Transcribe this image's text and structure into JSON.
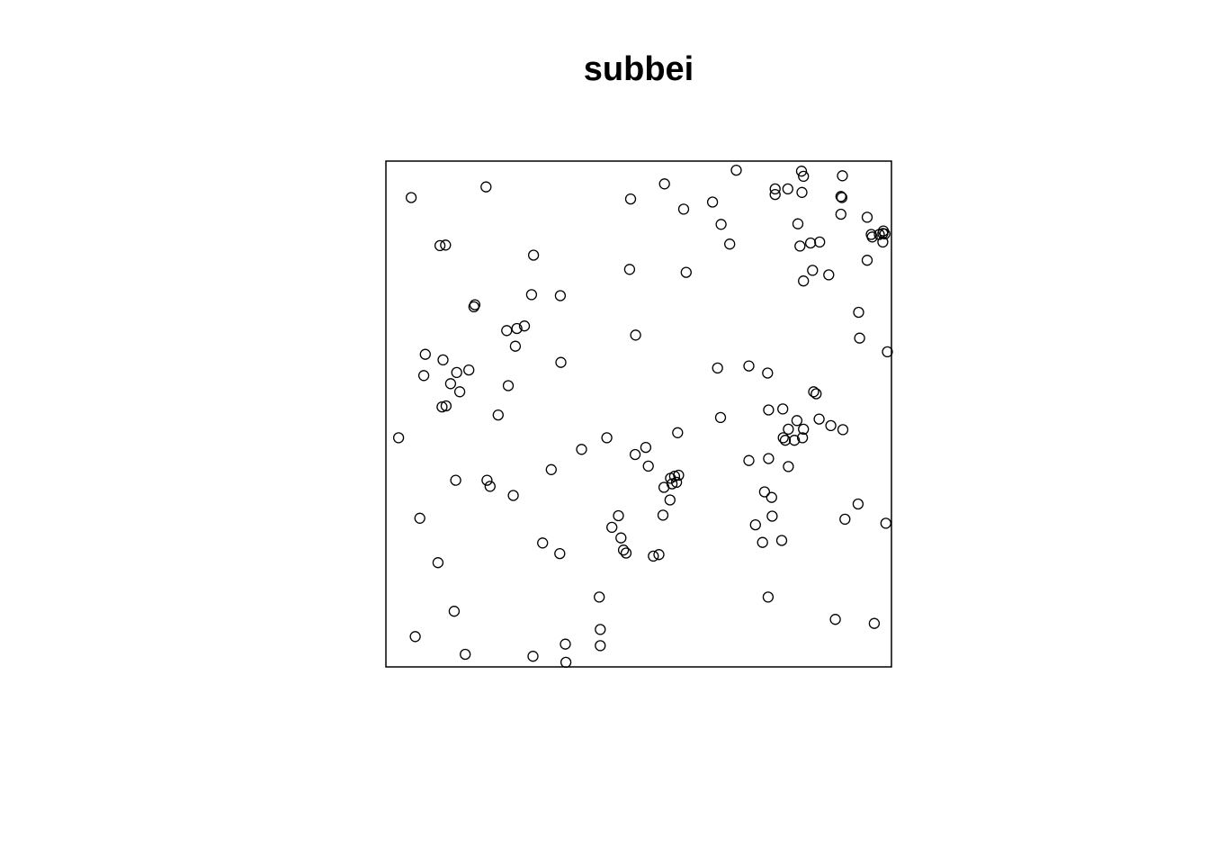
{
  "chart_data": {
    "type": "scatter",
    "title": "subbei",
    "xlabel": "",
    "ylabel": "",
    "xlim": [
      0,
      1
    ],
    "ylim": [
      0,
      1
    ],
    "axes_shown": false,
    "grid": false,
    "marker": "open-circle",
    "colors": {
      "marker": "#000000",
      "frame": "#000000",
      "background": "#ffffff"
    },
    "points": [
      [
        0.05,
        0.928
      ],
      [
        0.198,
        0.949
      ],
      [
        0.107,
        0.833
      ],
      [
        0.118,
        0.834
      ],
      [
        0.292,
        0.814
      ],
      [
        0.484,
        0.925
      ],
      [
        0.482,
        0.786
      ],
      [
        0.551,
        0.955
      ],
      [
        0.589,
        0.905
      ],
      [
        0.594,
        0.78
      ],
      [
        0.646,
        0.919
      ],
      [
        0.663,
        0.875
      ],
      [
        0.68,
        0.836
      ],
      [
        0.693,
        0.982
      ],
      [
        0.77,
        0.945
      ],
      [
        0.77,
        0.934
      ],
      [
        0.795,
        0.945
      ],
      [
        0.822,
        0.98
      ],
      [
        0.826,
        0.97
      ],
      [
        0.823,
        0.938
      ],
      [
        0.815,
        0.876
      ],
      [
        0.819,
        0.832
      ],
      [
        0.84,
        0.838
      ],
      [
        0.903,
        0.971
      ],
      [
        0.9,
        0.93
      ],
      [
        0.902,
        0.928
      ],
      [
        0.9,
        0.895
      ],
      [
        0.858,
        0.84
      ],
      [
        0.844,
        0.784
      ],
      [
        0.826,
        0.763
      ],
      [
        0.876,
        0.775
      ],
      [
        0.952,
        0.889
      ],
      [
        0.96,
        0.855
      ],
      [
        0.962,
        0.85
      ],
      [
        0.976,
        0.855
      ],
      [
        0.983,
        0.857
      ],
      [
        0.984,
        0.862
      ],
      [
        0.987,
        0.856
      ],
      [
        0.983,
        0.84
      ],
      [
        0.952,
        0.804
      ],
      [
        0.935,
        0.701
      ],
      [
        0.937,
        0.65
      ],
      [
        0.992,
        0.623
      ],
      [
        0.174,
        0.712
      ],
      [
        0.176,
        0.716
      ],
      [
        0.288,
        0.736
      ],
      [
        0.274,
        0.674
      ],
      [
        0.256,
        0.634
      ],
      [
        0.239,
        0.665
      ],
      [
        0.259,
        0.669
      ],
      [
        0.345,
        0.734
      ],
      [
        0.346,
        0.602
      ],
      [
        0.494,
        0.656
      ],
      [
        0.078,
        0.618
      ],
      [
        0.075,
        0.576
      ],
      [
        0.113,
        0.607
      ],
      [
        0.128,
        0.56
      ],
      [
        0.14,
        0.582
      ],
      [
        0.146,
        0.544
      ],
      [
        0.164,
        0.587
      ],
      [
        0.119,
        0.516
      ],
      [
        0.111,
        0.514
      ],
      [
        0.242,
        0.556
      ],
      [
        0.222,
        0.498
      ],
      [
        0.025,
        0.453
      ],
      [
        0.327,
        0.39
      ],
      [
        0.387,
        0.43
      ],
      [
        0.437,
        0.453
      ],
      [
        0.493,
        0.42
      ],
      [
        0.514,
        0.434
      ],
      [
        0.519,
        0.397
      ],
      [
        0.577,
        0.463
      ],
      [
        0.55,
        0.355
      ],
      [
        0.563,
        0.373
      ],
      [
        0.571,
        0.377
      ],
      [
        0.566,
        0.362
      ],
      [
        0.579,
        0.379
      ],
      [
        0.575,
        0.365
      ],
      [
        0.562,
        0.33
      ],
      [
        0.548,
        0.3
      ],
      [
        0.656,
        0.591
      ],
      [
        0.718,
        0.595
      ],
      [
        0.755,
        0.581
      ],
      [
        0.757,
        0.508
      ],
      [
        0.846,
        0.544
      ],
      [
        0.851,
        0.54
      ],
      [
        0.785,
        0.51
      ],
      [
        0.813,
        0.487
      ],
      [
        0.826,
        0.47
      ],
      [
        0.796,
        0.47
      ],
      [
        0.786,
        0.453
      ],
      [
        0.79,
        0.448
      ],
      [
        0.808,
        0.448
      ],
      [
        0.824,
        0.453
      ],
      [
        0.857,
        0.49
      ],
      [
        0.88,
        0.477
      ],
      [
        0.904,
        0.469
      ],
      [
        0.662,
        0.493
      ],
      [
        0.718,
        0.408
      ],
      [
        0.757,
        0.412
      ],
      [
        0.796,
        0.396
      ],
      [
        0.749,
        0.346
      ],
      [
        0.763,
        0.335
      ],
      [
        0.764,
        0.298
      ],
      [
        0.731,
        0.281
      ],
      [
        0.745,
        0.246
      ],
      [
        0.783,
        0.25
      ],
      [
        0.908,
        0.292
      ],
      [
        0.934,
        0.322
      ],
      [
        0.989,
        0.284
      ],
      [
        0.138,
        0.369
      ],
      [
        0.2,
        0.369
      ],
      [
        0.206,
        0.357
      ],
      [
        0.252,
        0.339
      ],
      [
        0.067,
        0.294
      ],
      [
        0.103,
        0.206
      ],
      [
        0.31,
        0.245
      ],
      [
        0.344,
        0.224
      ],
      [
        0.46,
        0.299
      ],
      [
        0.447,
        0.276
      ],
      [
        0.465,
        0.255
      ],
      [
        0.47,
        0.231
      ],
      [
        0.475,
        0.225
      ],
      [
        0.529,
        0.219
      ],
      [
        0.54,
        0.222
      ],
      [
        0.135,
        0.11
      ],
      [
        0.058,
        0.06
      ],
      [
        0.157,
        0.025
      ],
      [
        0.291,
        0.021
      ],
      [
        0.355,
        0.045
      ],
      [
        0.356,
        0.009
      ],
      [
        0.422,
        0.138
      ],
      [
        0.424,
        0.074
      ],
      [
        0.424,
        0.042
      ],
      [
        0.756,
        0.138
      ],
      [
        0.889,
        0.094
      ],
      [
        0.966,
        0.086
      ]
    ]
  }
}
